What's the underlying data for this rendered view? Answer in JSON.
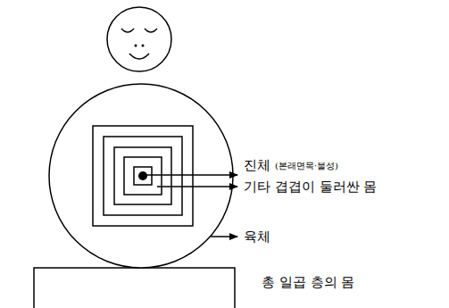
{
  "diagram": {
    "labels": [
      "진체",
      "(본래면목·불성)",
      "기타 겹겹이 둘러싼 몸",
      "육체",
      "총 일곱 층의 몸"
    ]
  }
}
